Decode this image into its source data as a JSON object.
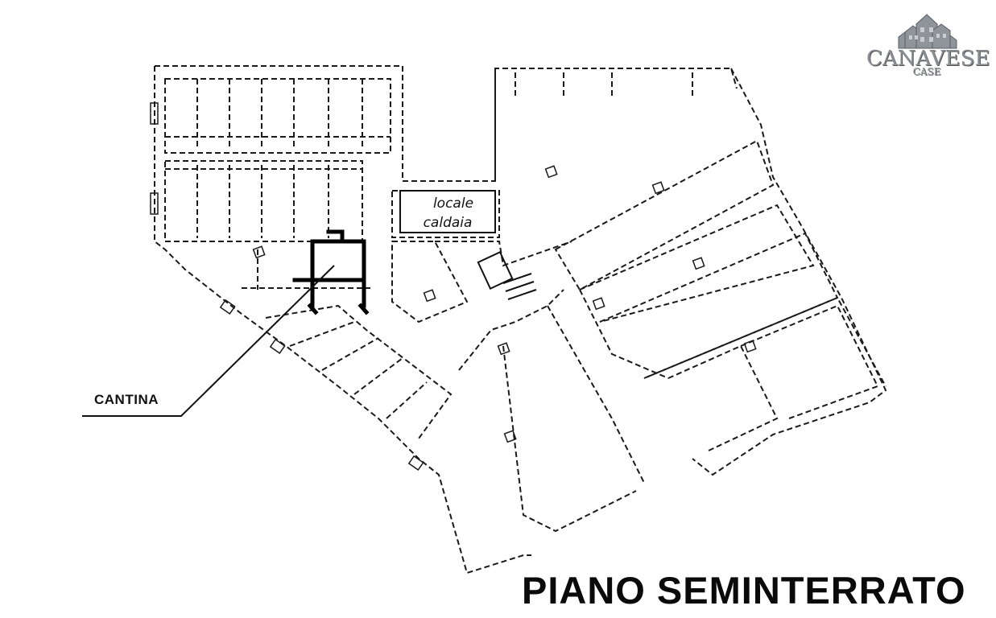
{
  "plan": {
    "title": "PIANO SEMINTERRATO",
    "cantina_label": "CANTINA",
    "boiler_room_line1": "locale",
    "boiler_room_line2": "caldaia"
  },
  "logo": {
    "word": "CANAVESE",
    "sub": "CASE",
    "icon": "houses-icon"
  },
  "colors": {
    "ink": "#111111",
    "highlight": "#000000",
    "logo": "#8a8f96"
  }
}
